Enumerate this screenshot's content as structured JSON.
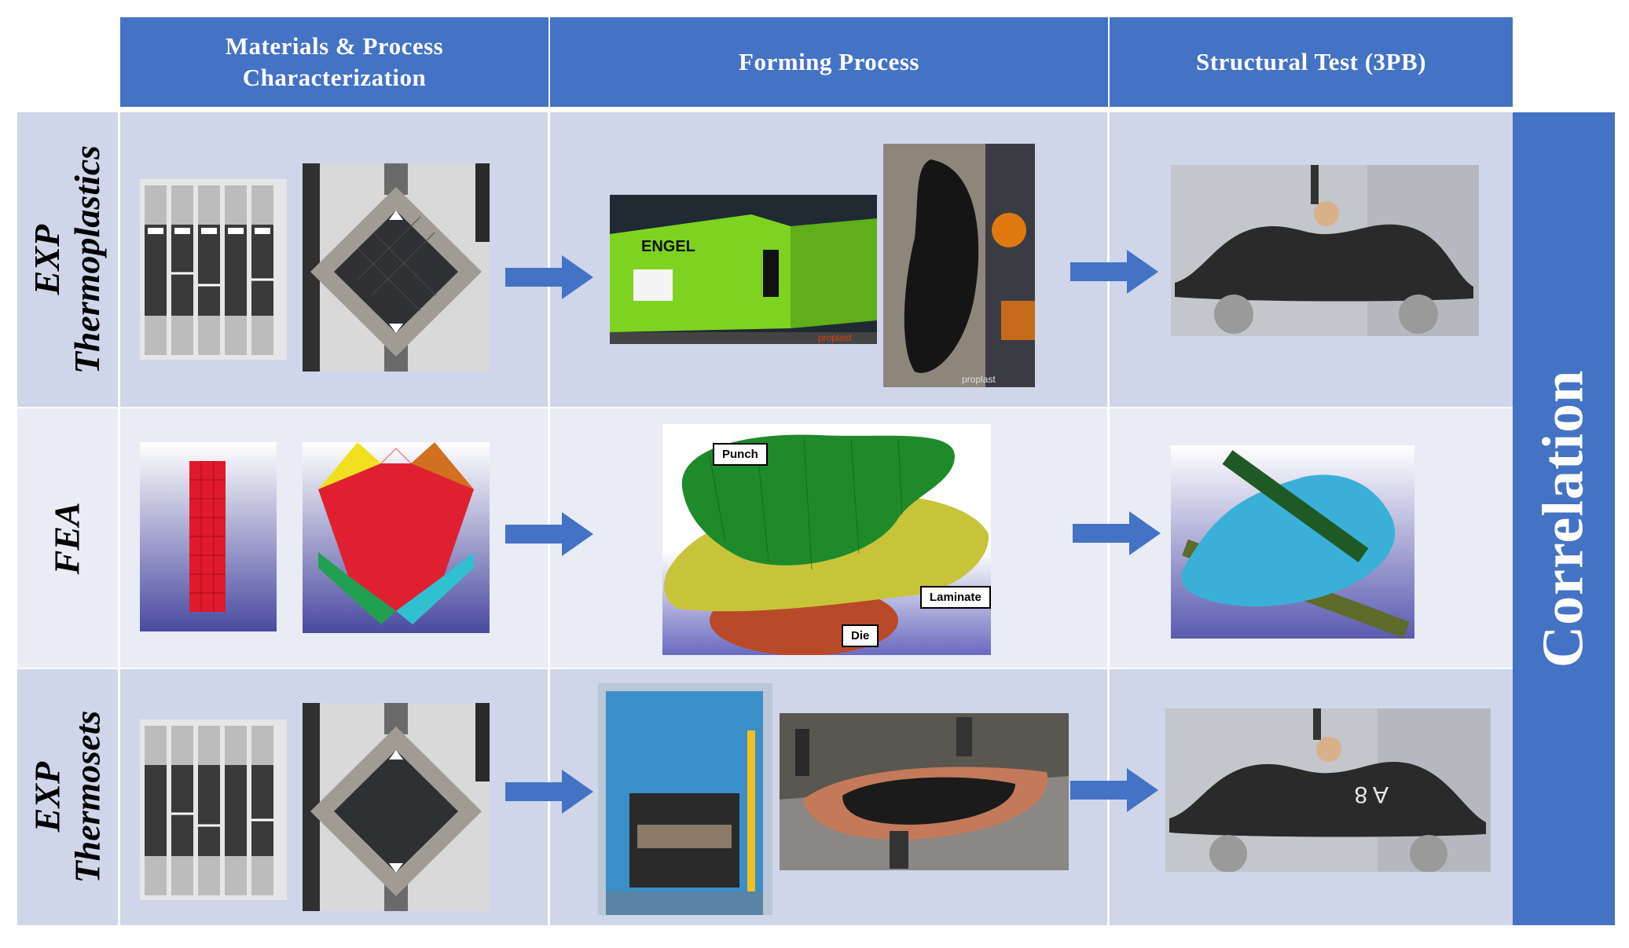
{
  "headers": {
    "col1_line1": "Materials & Process",
    "col1_line2": "Characterization",
    "col2": "Forming Process",
    "col3": "Structural Test (3PB)"
  },
  "rows": {
    "exp_thermoplastics": {
      "line1": "EXP",
      "line2": "Thermoplastics"
    },
    "fea": {
      "line1": "FEA"
    },
    "exp_thermosets": {
      "line1": "EXP",
      "line2": "Thermosets"
    }
  },
  "side_label": "Correlation",
  "photo_text": {
    "engel": "ENGEL",
    "proplast": "proplast",
    "proplast2": "proplast",
    "specimen_a": "A 8"
  },
  "fea_labels": {
    "punch": "Punch",
    "laminate": "Laminate",
    "die": "Die"
  },
  "colors": {
    "header_blue": "#4472c4",
    "row_dark": "#cfd6ea",
    "row_light": "#e9ebf5",
    "arrow_blue": "#4472c4",
    "punch_green": "#1e8a2a",
    "laminate_yellow": "#c8c43a",
    "die_red": "#b84a2a",
    "fea_specimen_red": "#e01a2a",
    "beam_cyan": "#3ab0d8"
  },
  "icons": [
    "arrow-right-icon",
    "photo-icon",
    "fea-mesh-icon"
  ]
}
